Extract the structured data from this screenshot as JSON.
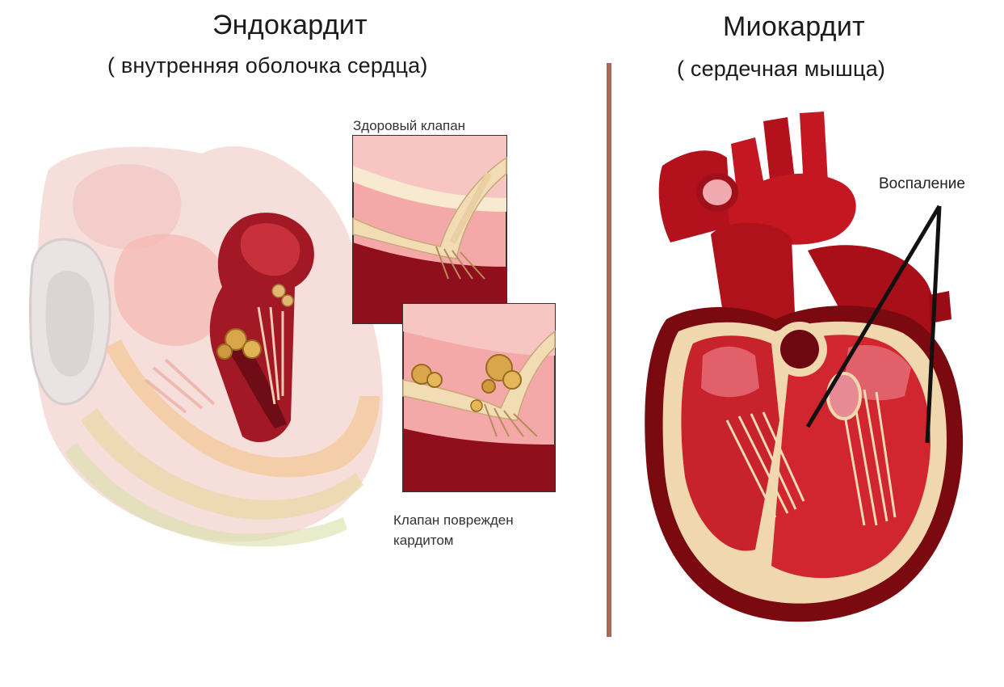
{
  "left_panel": {
    "title": "Эндокардит",
    "subtitle": "( внутренняя оболочка сердца)",
    "inset_top_label": "Здоровый клапан",
    "inset_bottom_label_line1": "Клапан поврежден",
    "inset_bottom_label_line2": "кардитом"
  },
  "right_panel": {
    "title": "Миокардит",
    "subtitle": "( сердечная мышца)",
    "annotation_label": "Воспаление"
  },
  "colors": {
    "divider": "#a86a55",
    "heart_dark": "#8b0a14",
    "heart_red": "#c41722",
    "faded_pink": "#f3b6b0",
    "valve_cream": "#f2dcb4",
    "vegetation_yellow": "#d9a64b"
  }
}
